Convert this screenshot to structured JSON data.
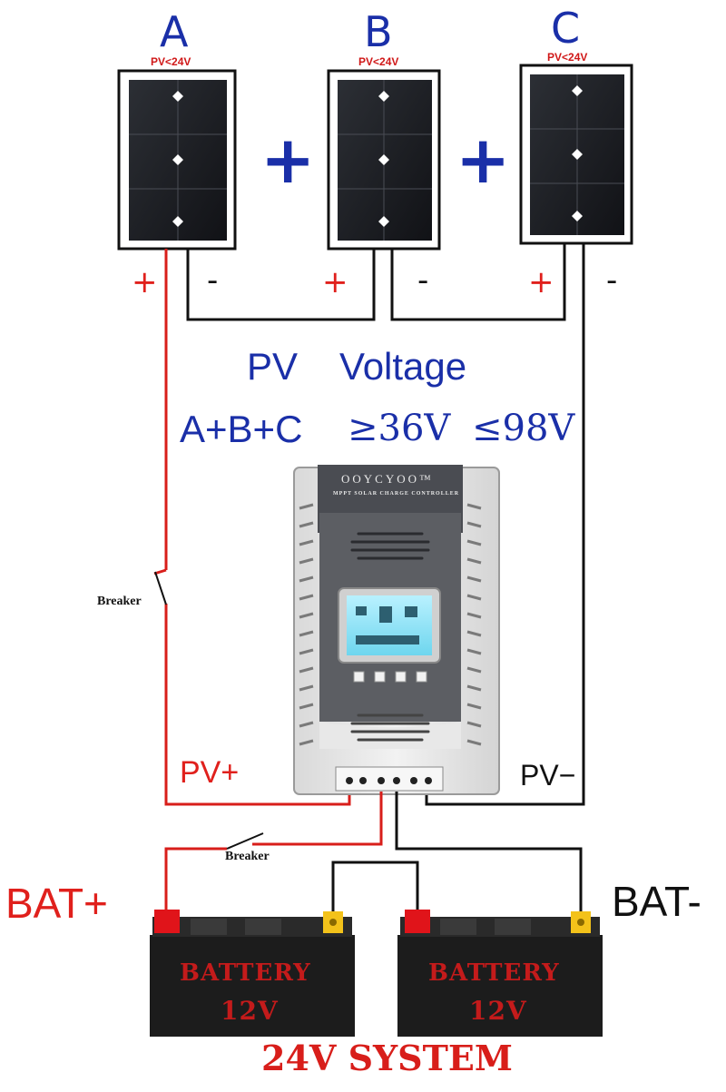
{
  "panels": [
    {
      "letter": "A",
      "voltage": "PV<24V"
    },
    {
      "letter": "B",
      "voltage": "PV<24V"
    },
    {
      "letter": "C",
      "voltage": "PV<24V"
    }
  ],
  "signs": {
    "plus": "+",
    "minus": "-"
  },
  "caption": {
    "line1_a": "PV",
    "line1_b": "Voltage",
    "line2_a": "A+B+C",
    "line2_b": "≥36V",
    "line2_c": "≤98V"
  },
  "controller": {
    "brand": "OOYCYOO™",
    "subtitle": "MPPT SOLAR CHARGE CONTROLLER"
  },
  "wiring": {
    "breaker_1": "Breaker",
    "breaker_2": "Breaker",
    "pv_pos": "PV+",
    "pv_neg": "PV−",
    "bat_pos": "BAT+",
    "bat_neg": "BAT-"
  },
  "batteries": [
    {
      "label": "BATTERY",
      "voltage": "12V"
    },
    {
      "label": "BATTERY",
      "voltage": "12V"
    }
  ],
  "system_label": "24V SYSTEM",
  "colors": {
    "blue": "#1a2fa8",
    "red": "#e0201c",
    "wire_black": "#111111",
    "panel_cell": "#1c1e22"
  }
}
